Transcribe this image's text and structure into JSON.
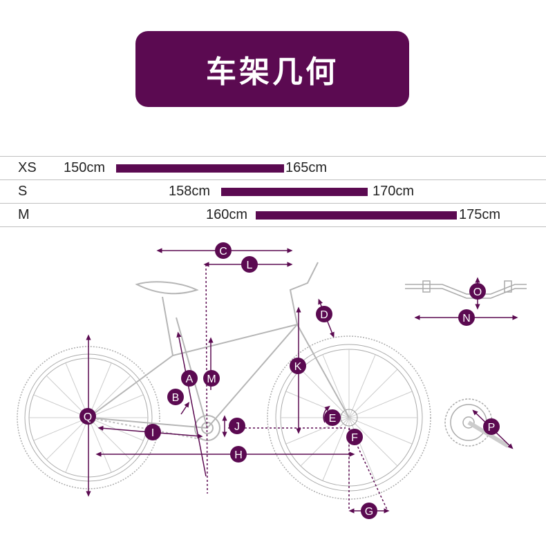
{
  "title": "车架几何",
  "sizes": [
    {
      "label": "XS",
      "height_from": "150cm",
      "height_to": "165cm",
      "range_cm": [
        150,
        165
      ]
    },
    {
      "label": "S",
      "height_from": "158cm",
      "height_to": "170cm",
      "range_cm": [
        158,
        170
      ]
    },
    {
      "label": "M",
      "height_from": "160cm",
      "height_to": "175cm",
      "range_cm": [
        160,
        175
      ]
    }
  ],
  "markers": [
    "A",
    "B",
    "C",
    "D",
    "E",
    "F",
    "G",
    "H",
    "I",
    "J",
    "K",
    "L",
    "M",
    "N",
    "O",
    "P",
    "Q"
  ],
  "colors": {
    "accent": "#5b0a51",
    "line": "#999999",
    "rule": "#bfbfbf"
  }
}
